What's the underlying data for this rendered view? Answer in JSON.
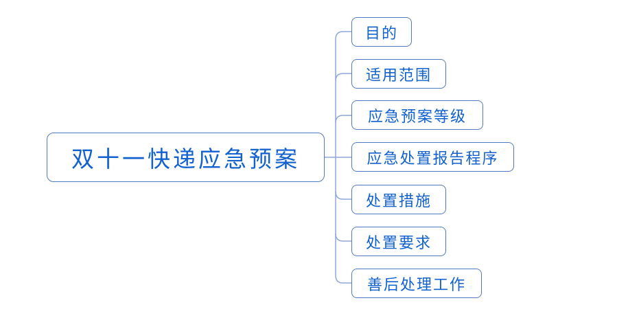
{
  "diagram": {
    "type": "mindmap",
    "title": "双十一快递应急预案",
    "root": {
      "label": "双十一快递应急预案"
    },
    "nodes": [
      {
        "id": "purpose",
        "label": "目的"
      },
      {
        "id": "scope",
        "label": "适用范围"
      },
      {
        "id": "plan-level",
        "label": "应急预案等级"
      },
      {
        "id": "report-procedure",
        "label": "应急处置报告程序"
      },
      {
        "id": "measures",
        "label": "处置措施"
      },
      {
        "id": "requirements",
        "label": "处置要求"
      },
      {
        "id": "aftermath",
        "label": "善后处理工作"
      }
    ],
    "colors": {
      "background": "#ffffff",
      "node_border": "#5179c3",
      "connector_line": "#8fa7d8",
      "text": "#1161cf"
    }
  }
}
